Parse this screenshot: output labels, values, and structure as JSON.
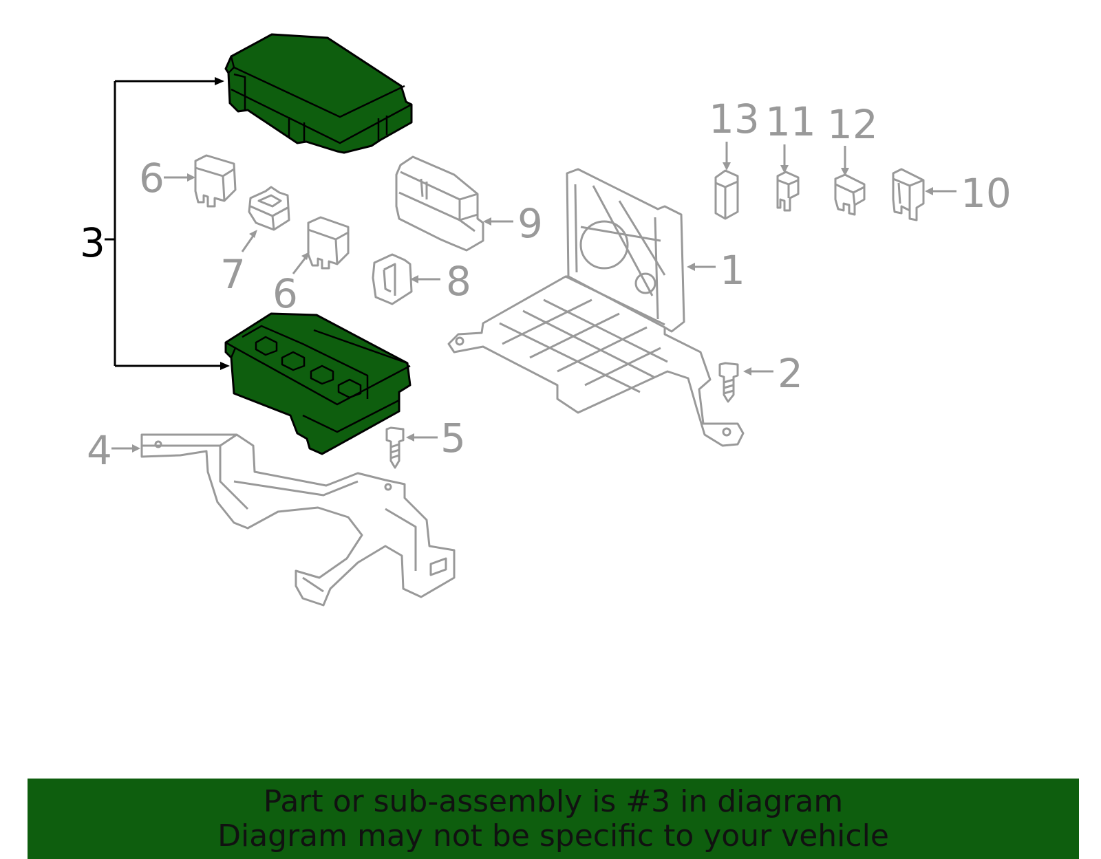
{
  "diagram": {
    "highlight_color": "#0e5e0e",
    "selected_part": "3",
    "callouts": [
      {
        "id": "1",
        "label": "1"
      },
      {
        "id": "2",
        "label": "2"
      },
      {
        "id": "3",
        "label": "3"
      },
      {
        "id": "4",
        "label": "4"
      },
      {
        "id": "5",
        "label": "5"
      },
      {
        "id": "6a",
        "label": "6"
      },
      {
        "id": "6b",
        "label": "6"
      },
      {
        "id": "7",
        "label": "7"
      },
      {
        "id": "8",
        "label": "8"
      },
      {
        "id": "9",
        "label": "9"
      },
      {
        "id": "10",
        "label": "10"
      },
      {
        "id": "11",
        "label": "11"
      },
      {
        "id": "12",
        "label": "12"
      },
      {
        "id": "13",
        "label": "13"
      }
    ]
  },
  "banner": {
    "line1": "Part or sub-assembly is #3 in diagram",
    "line2": "Diagram may not be specific to your vehicle"
  }
}
